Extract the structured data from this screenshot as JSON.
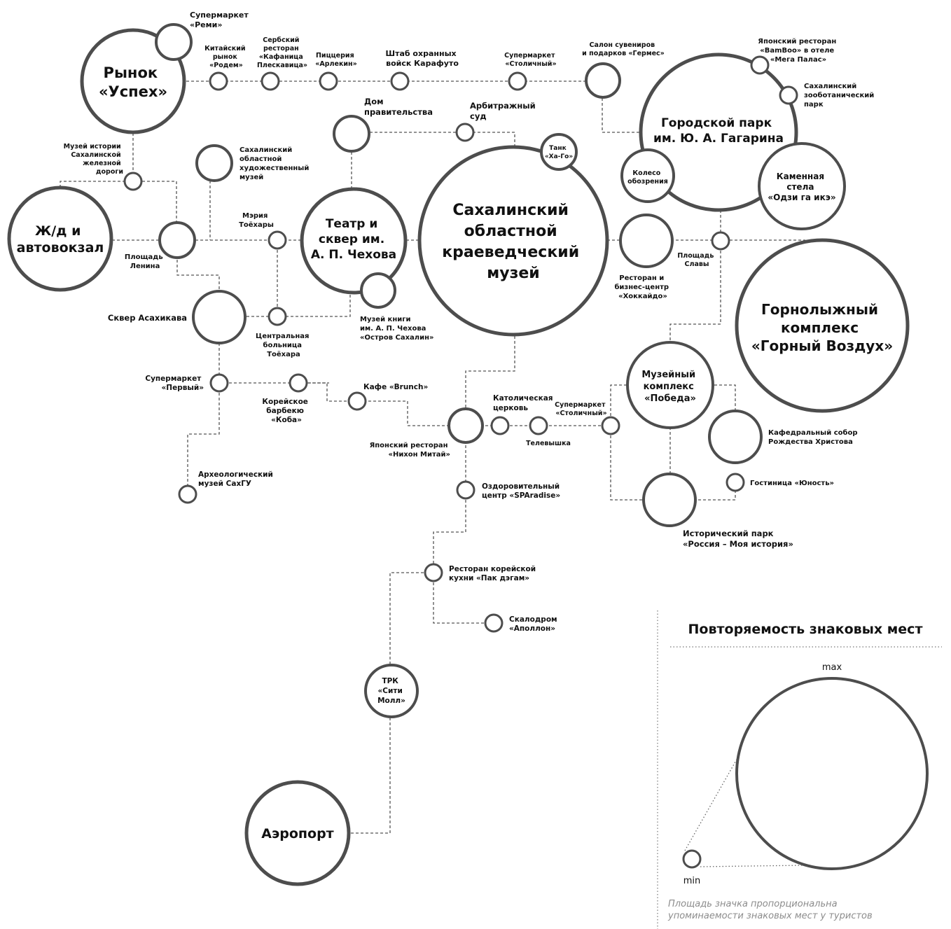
{
  "colors": {
    "node_stroke": "#4d4d4d",
    "link_stroke": "#555555",
    "text": "#111111",
    "caption": "#8c8c8c"
  },
  "nodes": {
    "rynok": [
      "Рынок",
      "«Успех»"
    ],
    "remi": [
      "Супермаркет",
      "«Реми»"
    ],
    "rodem": [
      "Китайский",
      "рынок",
      "«Родем»"
    ],
    "kafanica": [
      "Сербский",
      "ресторан",
      "«Кафаница",
      "Плескавица»"
    ],
    "arlekin": [
      "Пиццерия",
      "«Арлекин»"
    ],
    "shtab": [
      "Штаб охранных",
      "войск Карафуто"
    ],
    "stolichny1": [
      "Супермаркет",
      "«Столичный»"
    ],
    "germes": [
      "Салон сувениров",
      "и подарков «Гермес»"
    ],
    "bamboo": [
      "Японский ресторан",
      "«BamBoo» в отеле",
      "«Мега Палас»"
    ],
    "zoo": [
      "Сахалинский",
      "зообота­нический",
      "парк"
    ],
    "park": [
      "Городской парк",
      "им. Ю. А. Гагарина"
    ],
    "koleso": [
      "Колесо",
      "обозрения"
    ],
    "stela": [
      "Каменная",
      "стела",
      "«Одзи га икэ»"
    ],
    "museum_rr": [
      "Музей истории",
      "Сахалинской",
      "железной",
      "дороги"
    ],
    "dom_prav": [
      "Дом",
      "правительства"
    ],
    "arb_sud": [
      "Арбитражный",
      "суд"
    ],
    "tank": [
      "Танк",
      "«Ха-Го»"
    ],
    "art_museum": [
      "Сахалинский",
      "областной",
      "художественный",
      "музей"
    ],
    "vokzal": [
      "Ж/д и",
      "автовокзал"
    ],
    "pl_lenina": [
      "Площадь",
      "Ленина"
    ],
    "meria": [
      "Мэрия",
      "Тоёхары"
    ],
    "teatr": [
      "Театр и",
      "сквер им.",
      "А. П. Чехова"
    ],
    "kraeved": [
      "Сахалинский",
      "областной",
      "краеведческий",
      "музей"
    ],
    "hokkaido": [
      "Ресторан и",
      "бизнес-центр",
      "«Хоккайдо»"
    ],
    "pl_slavy": [
      "Площадь",
      "Славы"
    ],
    "gorny": [
      "Горнолыжный",
      "комплекс",
      "«Горный Воздух»"
    ],
    "skver": [
      "Сквер Асахикава"
    ],
    "bolnica": [
      "Центральная",
      "больница",
      "Тоёхара"
    ],
    "museum_book": [
      "Музей книги",
      "им. А. П. Чехова",
      "«Остров Сахалин»"
    ],
    "pobeda": [
      "Музейный",
      "комплекс",
      "«Победа»"
    ],
    "perviy": [
      "Супермаркет",
      "«Первый»"
    ],
    "koba": [
      "Корейское",
      "барбекю",
      "«Коба»"
    ],
    "brunch": [
      "Кафе «Brunch»"
    ],
    "nihon": [
      "Японский ресторан",
      "«Нихон Митай»"
    ],
    "katol": [
      "Католическая",
      "церковь"
    ],
    "teleb": [
      "Телевышка"
    ],
    "stolichny2": [
      "Супермаркет",
      "«Столичный»"
    ],
    "sobor": [
      "Кафедральный собор",
      "Рождества Христова"
    ],
    "yunost": [
      "Гостиница «Юность»"
    ],
    "istpark": [
      "Исторический парк",
      "«Россия – Моя история»"
    ],
    "arh_museum": [
      "Археологический",
      "музей СахГУ"
    ],
    "spa": [
      "Оздоровительный",
      "центр «SPAradise»"
    ],
    "pak": [
      "Ресторан корейской",
      "кухни «Пак дэгам»"
    ],
    "apollon": [
      "Скалодром",
      "«Аполлон»"
    ],
    "trk": [
      "ТРК",
      "«Сити",
      "Молл»"
    ],
    "aeroport": [
      "Аэропорт"
    ]
  },
  "legend": {
    "title": "Повторяемость знаковых мест",
    "max_label": "max",
    "min_label": "min",
    "caption": [
      "Площадь значка пропорциональна",
      "упоминаемости знаковых мест у туристов"
    ]
  }
}
